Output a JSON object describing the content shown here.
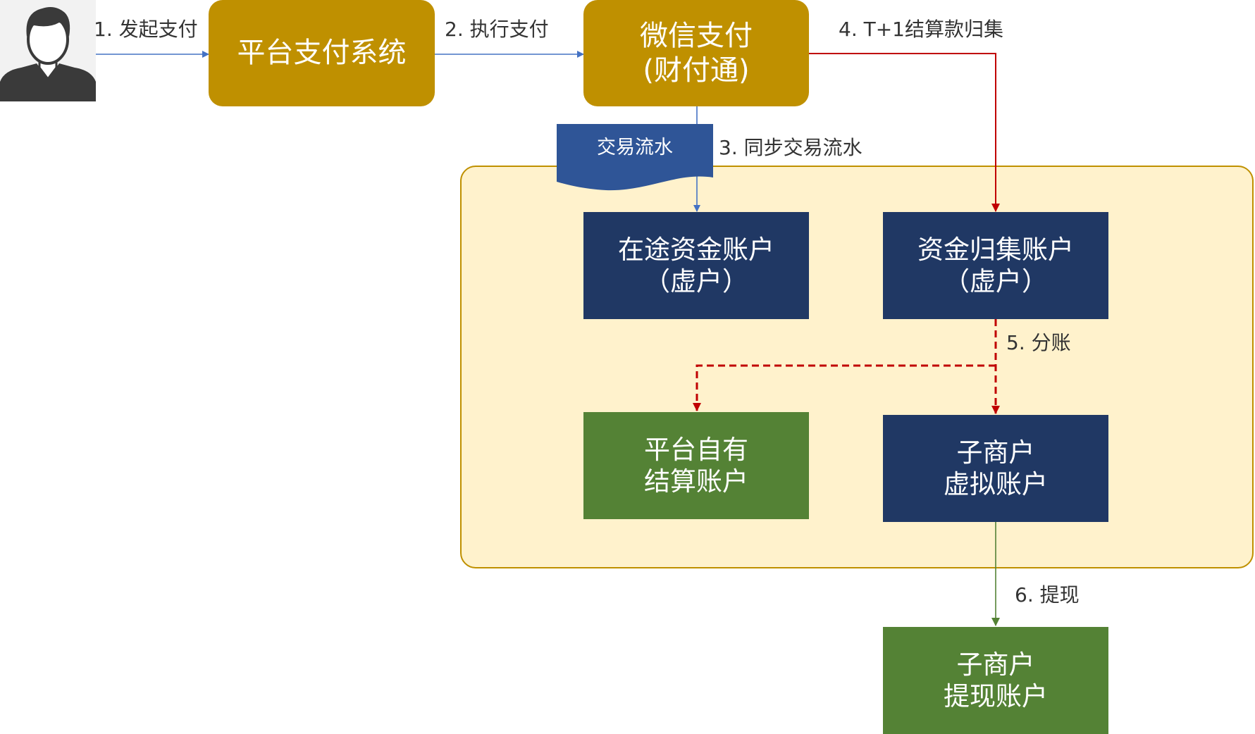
{
  "diagram": {
    "user_icon": "user-avatar-icon",
    "nodes": {
      "platform_payment": {
        "label": "平台支付系统"
      },
      "wechat_pay": {
        "line1": "微信支付",
        "line2": "(财付通)"
      },
      "transit_account": {
        "line1": "在途资金账户",
        "line2": "（虚户）"
      },
      "collection_account": {
        "line1": "资金归集账户",
        "line2": "（虚户）"
      },
      "platform_settlement": {
        "line1": "平台自有",
        "line2": "结算账户"
      },
      "sub_merchant_virtual": {
        "line1": "子商户",
        "line2": "虚拟账户"
      },
      "sub_merchant_withdraw": {
        "line1": "子商户",
        "line2": "提现账户"
      }
    },
    "document": {
      "label": "交易流水"
    },
    "edges": {
      "step1": "1. 发起支付",
      "step2": "2. 执行支付",
      "step3": "3. 同步交易流水",
      "step4": "4. T+1结算款归集",
      "step5": "5. 分账",
      "step6": "6. 提现"
    },
    "colors": {
      "gold": "#bf9000",
      "navy": "#203864",
      "green": "#548235",
      "zone_fill": "#fff2cc",
      "doc_blue": "#2f5597",
      "arrow_blue": "#4472c4",
      "arrow_red": "#c00000",
      "arrow_green": "#548235"
    }
  }
}
